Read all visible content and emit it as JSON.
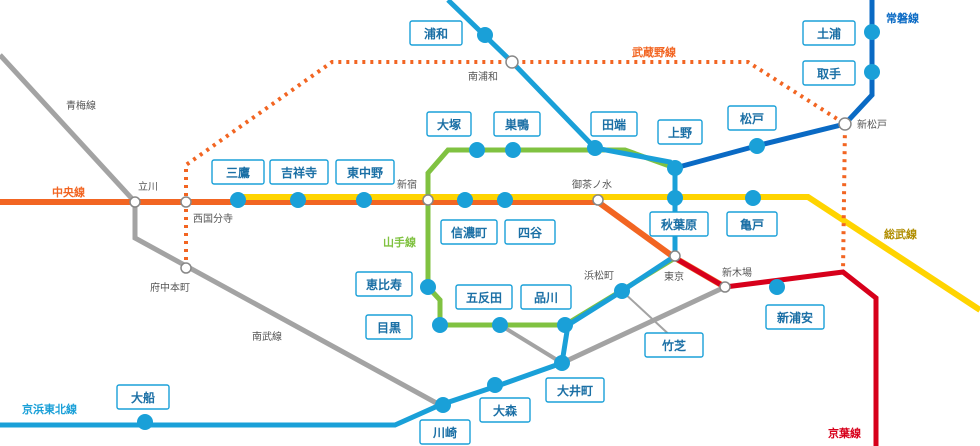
{
  "colors": {
    "chuo": "#f26522",
    "sobu": "#ffd400",
    "yamanote": "#80c241",
    "keihin": "#1aa0d8",
    "joban": "#0a6ac4",
    "musashino": "#f26522",
    "nambu": "#a3a3a3",
    "ome": "#a3a3a3",
    "keiyo": "#d7001b",
    "station_dot": "#1aa0d8",
    "box_text": "#1a6fa5",
    "box_border": "#1aa0d8"
  },
  "lines": {
    "chuo": "中央線",
    "sobu": "総武線",
    "yamanote": "山手線",
    "keihin": "京浜東北線",
    "joban": "常磐線",
    "musashino": "武蔵野線",
    "nambu": "南武線",
    "ome": "青梅線",
    "keiyo": "京葉線"
  },
  "junctions": {
    "tachikawa": "立川",
    "nishikokubunji": "西国分寺",
    "fuchuhommachi": "府中本町",
    "shinjuku": "新宿",
    "ochanomizu": "御茶ノ水",
    "minamiurawa": "南浦和",
    "shinmatsudo": "新松戸",
    "tokyo": "東京",
    "hamamatsucho": "浜松町",
    "shinkiba": "新木場"
  },
  "stations": {
    "urawa": "浦和",
    "tsuchiura": "土浦",
    "toride": "取手",
    "otsuka": "大塚",
    "sugamo": "巣鴨",
    "tabata": "田端",
    "ueno": "上野",
    "matsudo": "松戸",
    "mitaka": "三鷹",
    "kichijoji": "吉祥寺",
    "higashinakano": "東中野",
    "shinanomachi": "信濃町",
    "yotsuya": "四谷",
    "akihabara": "秋葉原",
    "kameido": "亀戸",
    "ebisu": "恵比寿",
    "meguro": "目黒",
    "gotanda": "五反田",
    "shinagawa": "品川",
    "shinurayasu": "新浦安",
    "takeshiba": "竹芝",
    "oimachi": "大井町",
    "omori": "大森",
    "ofuna": "大船",
    "kawasaki": "川崎"
  }
}
